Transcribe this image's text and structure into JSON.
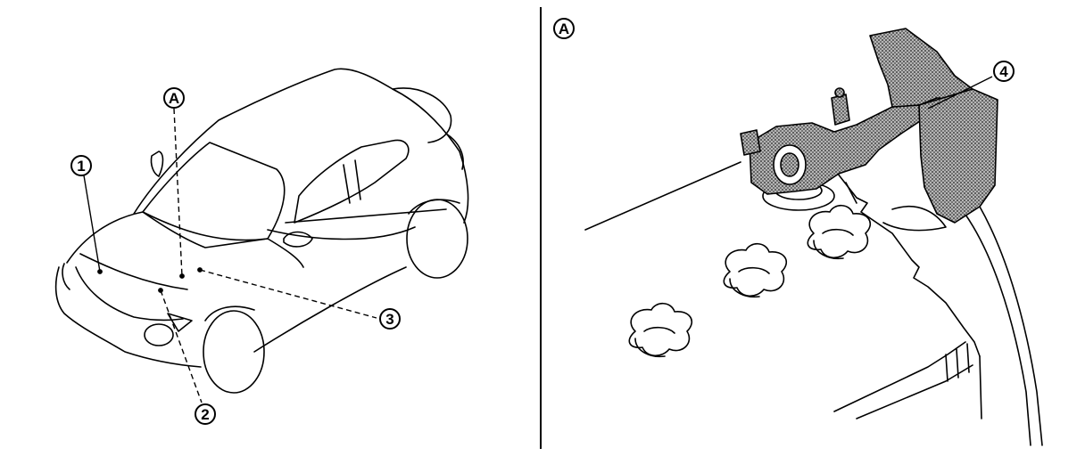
{
  "callouts": {
    "c1": "1",
    "c2": "2",
    "c3": "3",
    "c4": "4",
    "a_left": "A",
    "a_right": "A"
  },
  "colors": {
    "ink": "#000000",
    "paper": "#ffffff",
    "shade": "#9a9a9a"
  }
}
